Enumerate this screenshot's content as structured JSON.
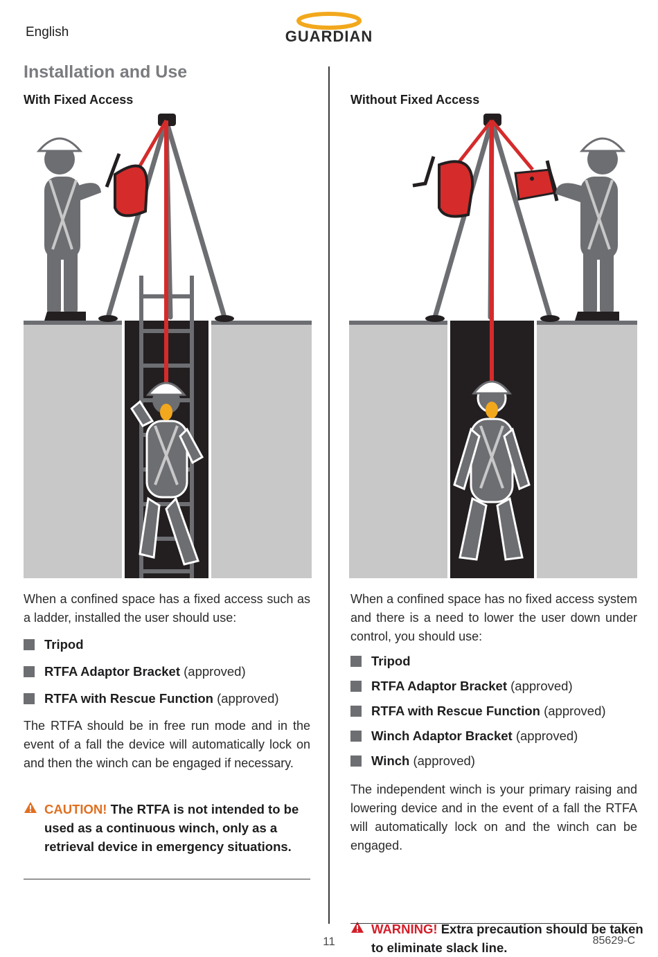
{
  "header": {
    "language": "English",
    "brand": "GUARDIAN"
  },
  "page_title": "Installation and Use",
  "left": {
    "subheading": "With Fixed Access",
    "intro": "When a confined space has a fixed access such as a ladder, installed the user should use:",
    "items": [
      {
        "bold": "Tripod",
        "rest": ""
      },
      {
        "bold": "RTFA Adaptor Bracket",
        "rest": " (approved)"
      },
      {
        "bold": "RTFA with Rescue Function",
        "rest": " (approved)"
      }
    ],
    "body": "The RTFA should be in free run mode and in the event of a fall the device will automatically lock on and then the winch can be engaged if necessary.",
    "caution": {
      "keyword": "CAUTION!",
      "text": " The RTFA is not intended to be used as a continuous winch, only as a retrieval device in emergency situations."
    }
  },
  "right": {
    "subheading": "Without Fixed Access",
    "intro": "When a confined space has no fixed access system and there is a need to lower the user down under control, you should use:",
    "items": [
      {
        "bold": "Tripod",
        "rest": ""
      },
      {
        "bold": "RTFA Adaptor Bracket",
        "rest": " (approved)"
      },
      {
        "bold": "RTFA with Rescue Function",
        "rest": " (approved)"
      },
      {
        "bold": "Winch Adaptor Bracket",
        "rest": " (approved)"
      },
      {
        "bold": "Winch",
        "rest": " (approved)"
      }
    ],
    "body": "The independent winch is your primary raising and lowering device and in the event of a fall the RTFA will automatically lock on and the winch can be engaged.",
    "warning": {
      "keyword": "WARNING!",
      "text": " Extra precaution should be taken to eliminate slack line."
    }
  },
  "footer": {
    "page_number": "11",
    "doc_code": "85629-C"
  },
  "colors": {
    "accent_orange": "#e06f20",
    "warning_red": "#d41f2a",
    "lanyard_red": "#d52b2b",
    "figure_gray": "#6d6e72",
    "ground_gray": "#c8c8c9",
    "shaft_black": "#231f20",
    "logo_gold": "#f2a81d"
  }
}
